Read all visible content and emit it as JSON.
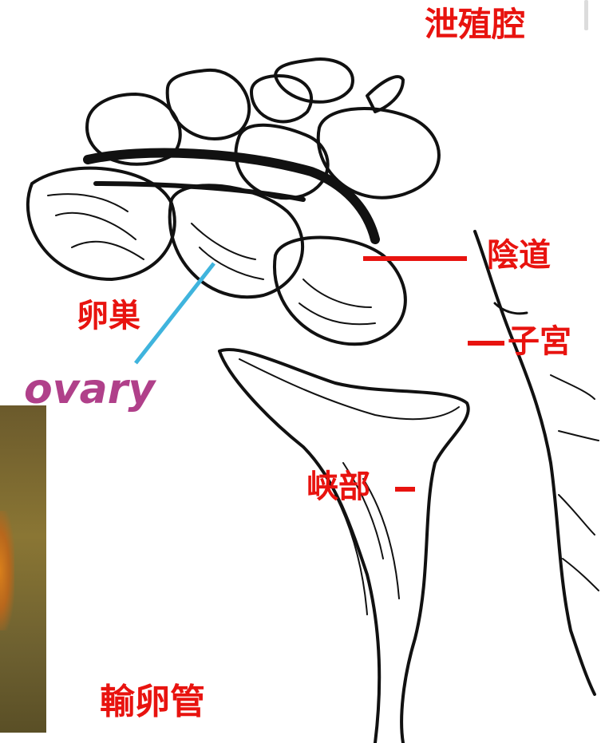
{
  "labels": {
    "cloaca": "泄殖腔",
    "vagina": "陰道",
    "uterus": "子宮",
    "ovary_zh": "卵巣",
    "ovary_en": "ovary",
    "isthmus": "峡部",
    "oviduct": "輸卵管"
  },
  "colors": {
    "label_red": "#e8130f",
    "ovary_en_pink": "#b0408a",
    "pointer_blue": "#3fb4dd",
    "ink": "#111111"
  }
}
